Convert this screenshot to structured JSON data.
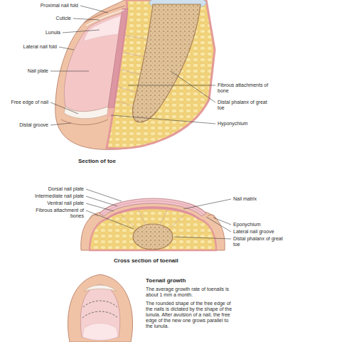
{
  "diagram": {
    "labels": [
      "Proximal nail fold",
      "Cuticle",
      "Lunula",
      "Lateral nail fold",
      "Nail plate",
      "Free edge of nail",
      "Distal groove",
      "Fibrous attachments of bone",
      "Distal phalanx of great toe",
      "Hyponychium",
      "Section of toe",
      "Dorsal nail plate",
      "Intermediate nail plate",
      "Ventral nail plate",
      "Fibrous attachment of bones",
      "Nail matrix",
      "Eponychium",
      "Lateral nail groove",
      "Distal phalanx of great toe",
      "Cross section of toenail",
      "Toenail growth",
      "The average growth rate of toenails is about 1 mm a month.",
      "The rounded shape of the free edge of the nails is dictated by the shape of the lunula. After avulsion of a nail, the free edge of the new one grows parallel to the lunula."
    ]
  }
}
